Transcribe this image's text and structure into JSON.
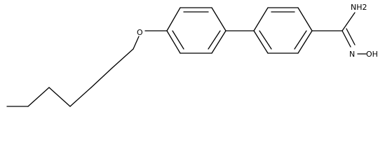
{
  "labels": {
    "oxygen": "O",
    "amine": "NH2",
    "hydroxyimine": "N",
    "hydroxyl_link": "–OH"
  },
  "colors": {
    "bond": "#000000",
    "background": "#ffffff"
  }
}
